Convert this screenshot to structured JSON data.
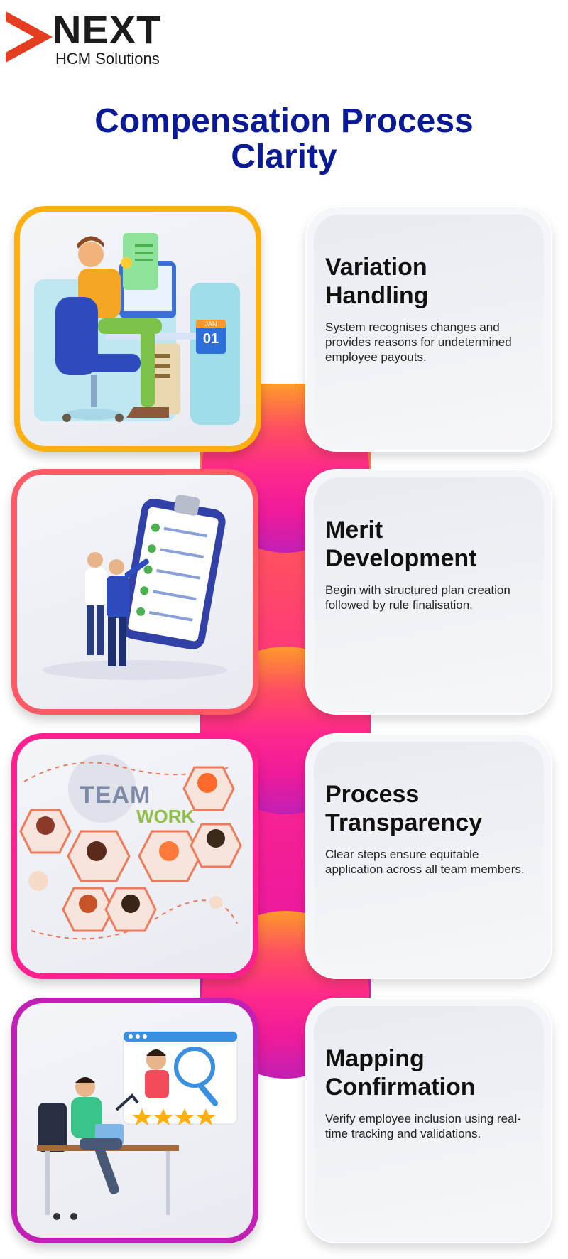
{
  "brand": {
    "word": "NEXT",
    "sub": "HCM Solutions",
    "accent": "#e53d1f"
  },
  "page": {
    "title_line1": "Compensation Process",
    "title_line2": "Clarity",
    "title_color": "#0a1a96"
  },
  "cards": [
    {
      "title_line1": "Variation",
      "title_line2": "Handling",
      "description": "System recognises changes and provides reasons for undetermined employee payouts.",
      "border_color": "#ffb011",
      "image": "office-worker-calendar-illustration",
      "calendar_month": "JAN",
      "calendar_day": "01"
    },
    {
      "title_line1": "Merit",
      "title_line2": "Development",
      "description": "Begin with structured plan creation followed by rule finalisation.",
      "border_color": "#ff5a66",
      "image": "clipboard-checklist-illustration"
    },
    {
      "title_line1": "Process",
      "title_line2": "Transparency",
      "description": "Clear steps ensure equitable application across all team members.",
      "border_color": "#ff1f8e",
      "image": "teamwork-illustration",
      "image_text_1": "TEAM",
      "image_text_2": "WORK"
    },
    {
      "title_line1": "Mapping",
      "title_line2": "Confirmation",
      "description": "Verify employee inclusion using real-time tracking and validations.",
      "border_color": "#c21fb4",
      "image": "analyst-rating-illustration"
    }
  ]
}
